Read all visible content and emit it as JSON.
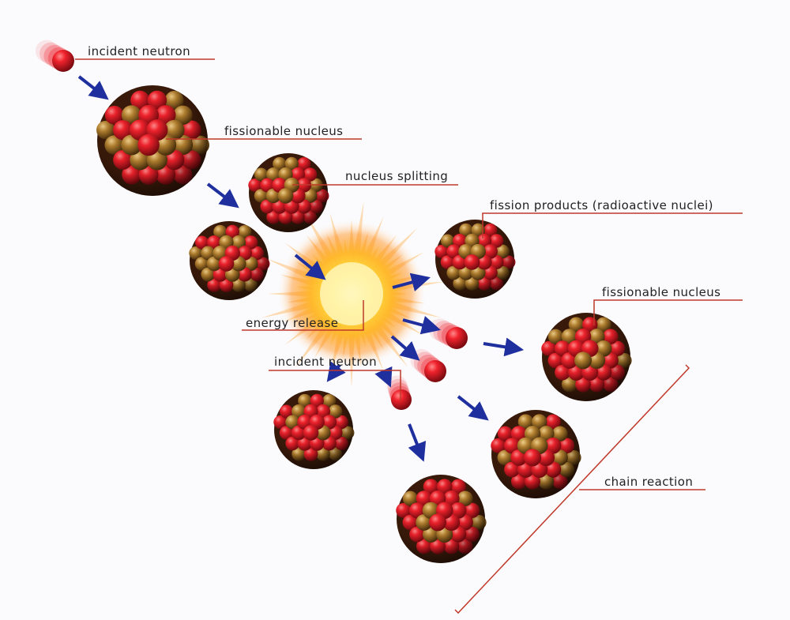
{
  "labels": {
    "incident_neutron_top": "incident neutron",
    "fissionable_nucleus_top": "fissionable nucleus",
    "nucleus_splitting": "nucleus splitting",
    "fission_products": "fission products (radioactive nuclei)",
    "fissionable_nucleus_right": "fissionable nucleus",
    "energy_release": "energy release",
    "incident_neutron_mid": "incident neutron",
    "chain_reaction": "chain reaction"
  },
  "colors": {
    "leader_line": "#c0392b",
    "arrow": "#1f2f9e",
    "proton": "#e0232f",
    "neutron_ball": "#b07a2a",
    "burst": "#ffd21a"
  },
  "icons": {
    "nucleus": "nucleus-icon",
    "neutron": "neutron-icon",
    "burst": "energy-burst-icon",
    "arrow": "arrow-icon"
  }
}
